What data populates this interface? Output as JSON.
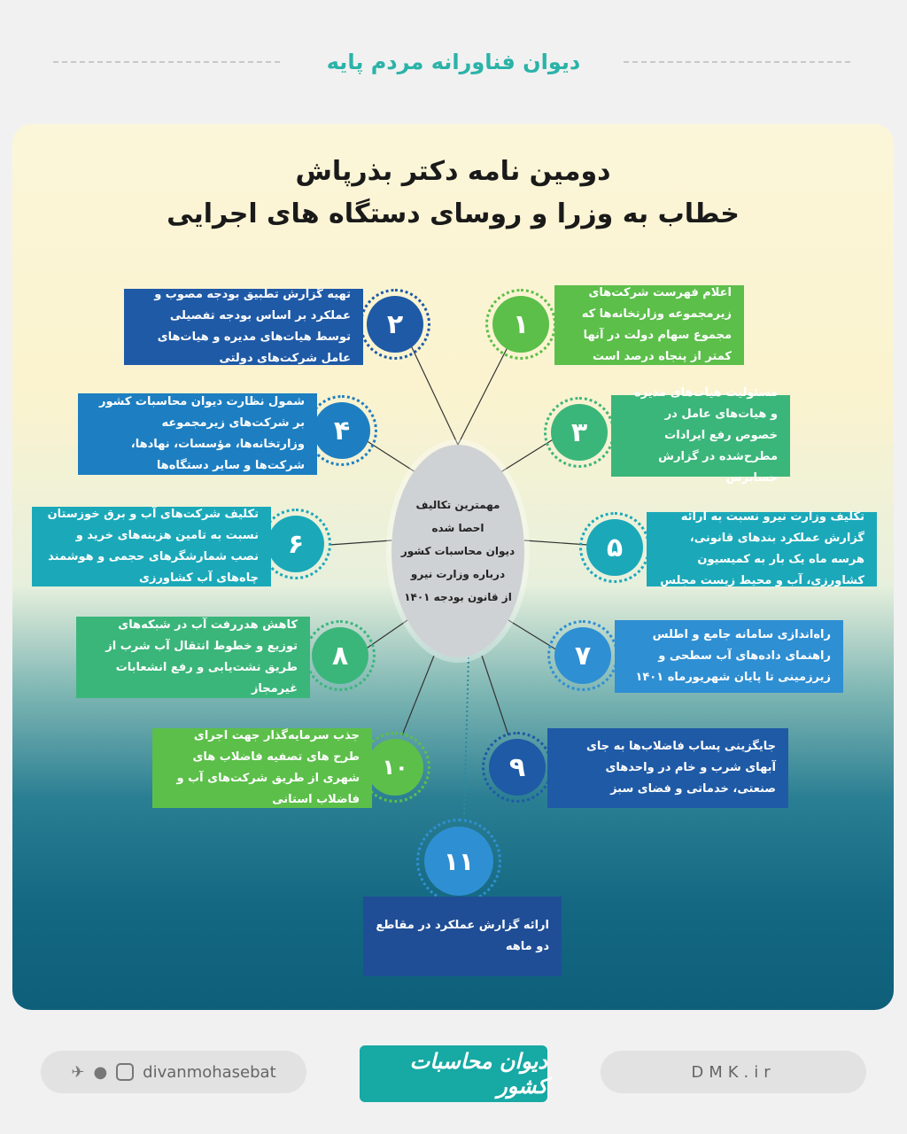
{
  "header": {
    "title": "دیوان فناورانه مردم پایه"
  },
  "panel": {
    "title_line1": "دومین نامه دکتر بذرپاش",
    "title_line2": "خطاب به وزرا و روسای دستگاه های اجرایی"
  },
  "center": {
    "lines": [
      "مهمترین تکالیف",
      "احصا شده",
      "دیوان محاسبات کشور",
      "درباره وزارت نیرو",
      "از قانون بودجه ۱۴۰۱"
    ]
  },
  "items": [
    {
      "num": "۱",
      "text": "اعلام فهرست شرکت‌های زیرمجموعه وزارتخانه‌ها که مجموع سهام دولت در آنها کمتر از پنجاه درصد است"
    },
    {
      "num": "۲",
      "text": "تهیه گزارش تطبیق بودجه مصوب و عملکرد بر اساس بودجه تفصیلی توسط هیات‌های مدیره و هیات‌های عامل شرکت‌های دولتی"
    },
    {
      "num": "۳",
      "text": "مسئولیت هیات‌های مدیره و هیات‌های عامل در خصوص رفع ایرادات مطرح‌شده در گزارش حسابرس"
    },
    {
      "num": "۴",
      "text": "شمول نظارت دیوان محاسبات کشور بر شرکت‌های زیرمجموعه وزارتخانه‌ها، مؤسسات، نهادها، شرکت‌ها و سایر دستگاه‌ها"
    },
    {
      "num": "۵",
      "text": "تکلیف وزارت نیرو نسبت به ارائه گزارش عملکرد بندهای قانونی، هرسه ماه یک بار به کمیسیون کشاورزی، آب و محیط زیست مجلس"
    },
    {
      "num": "۶",
      "text": "تکلیف شرکت‌های آب و برق خوزستان نسبت به تامین هزینه‌های خرید و نصب شمارشگرهای حجمی و هوشمند چاه‌های آب کشاورزی"
    },
    {
      "num": "۷",
      "text": "راه‌اندازی سامانه جامع و اطلس راهنمای داده‌های آب سطحی و زیرزمینی تا پایان شهریورماه ۱۴۰۱"
    },
    {
      "num": "۸",
      "text": "کاهش هدررفت آب در شبکه‌های توزیع و خطوط انتقال آب شرب از طریق نشت‌یابی و رفع انشعابات غیرمجاز"
    },
    {
      "num": "۹",
      "text": "جایگزینی پساب فاضلاب‌ها به جای آبهای شرب و خام در واحدهای صنعتی، خدماتی و فضای سبز"
    },
    {
      "num": "۱۰",
      "text": "جذب سرمایه‌گذار جهت اجرای طرح های تصفیه فاضلاب های شهری از طریق شرکت‌های آب و فاضلاب استانی"
    },
    {
      "num": "۱۱",
      "text": "ارائه گزارش عملکرد در مقاطع دو ماهه"
    }
  ],
  "footer": {
    "social_handle": "divanmohasebat",
    "logo_text": "دیوان محاسبات کشور",
    "website": "DMK.ir"
  }
}
